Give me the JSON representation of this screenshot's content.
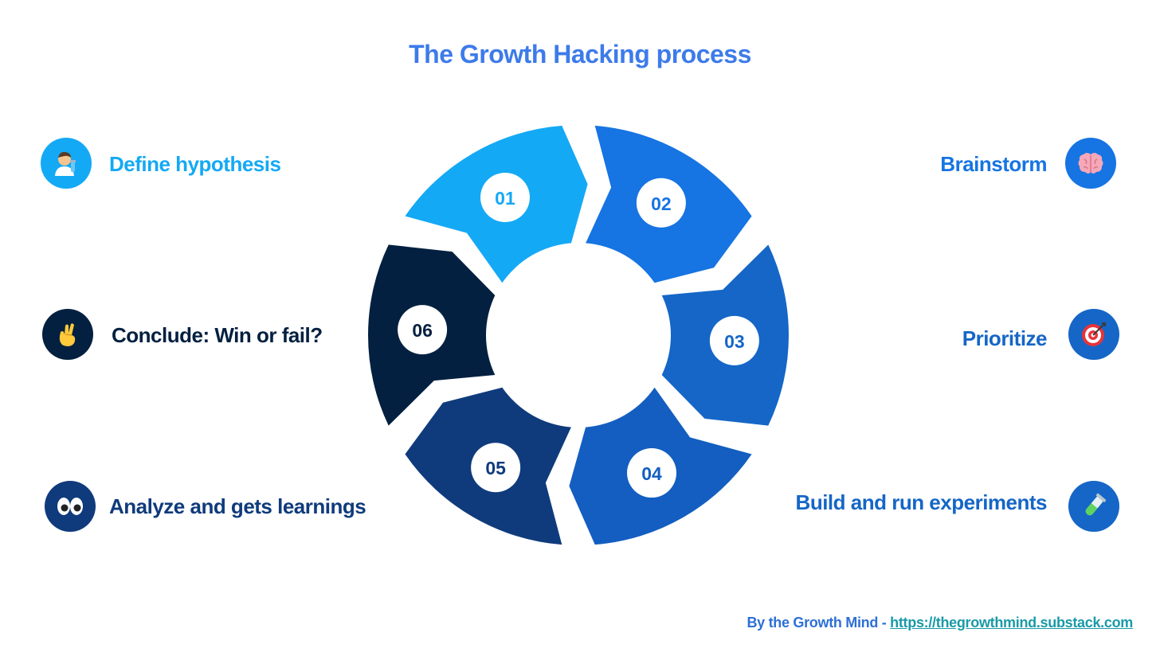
{
  "title": "The Growth Hacking process",
  "colors": {
    "title": "#3d7bea",
    "footer_text": "#2d6fd6",
    "footer_link": "#1a9aa8"
  },
  "cycle": [
    {
      "number": "01",
      "color": "#14a9f5",
      "text_color": "#14a9f5"
    },
    {
      "number": "02",
      "color": "#1674e3",
      "text_color": "#1674e3"
    },
    {
      "number": "03",
      "color": "#1566c7",
      "text_color": "#1566c7"
    },
    {
      "number": "04",
      "color": "#135ec0",
      "text_color": "#135ec0"
    },
    {
      "number": "05",
      "color": "#0f3b7c",
      "text_color": "#0f3b7c"
    },
    {
      "number": "06",
      "color": "#032040",
      "text_color": "#032040"
    }
  ],
  "steps": [
    {
      "label": "Define hypothesis",
      "icon": "scientist-icon",
      "color": "#14a9f5"
    },
    {
      "label": "Brainstorm",
      "icon": "brain-icon",
      "color": "#1674e3"
    },
    {
      "label": "Prioritize",
      "icon": "target-icon",
      "color": "#1566c7"
    },
    {
      "label": "Build and run experiments",
      "icon": "test-tube-icon",
      "color": "#1566c7"
    },
    {
      "label": "Analyze and gets learnings",
      "icon": "eyes-icon",
      "color": "#0f3b7c"
    },
    {
      "label": "Conclude: Win or fail?",
      "icon": "crossed-fingers-icon",
      "color": "#032040"
    }
  ],
  "footer": {
    "text": "By the Growth Mind - ",
    "link": "https://thegrowthmind.substack.com"
  }
}
